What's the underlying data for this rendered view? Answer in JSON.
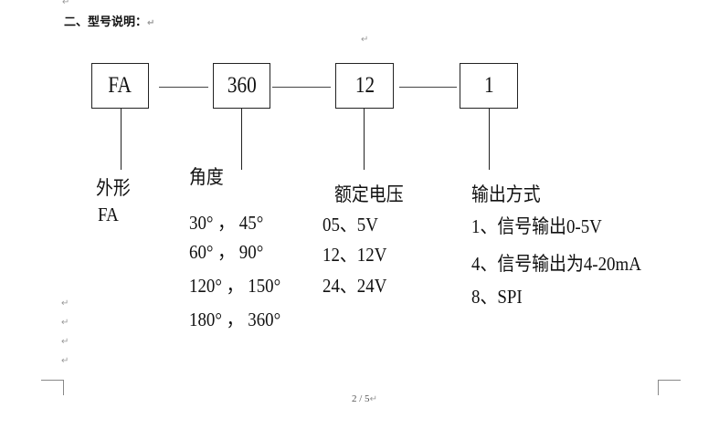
{
  "heading": "二、型号说明：",
  "para_mark": "↵",
  "boxes": {
    "shape": "FA",
    "angle": "360",
    "voltage": "12",
    "output": "1"
  },
  "shape": {
    "title": "外形",
    "value": "FA"
  },
  "angle": {
    "title": "角度",
    "rows": [
      "30° ， 45°",
      "60° ， 90°",
      "120° ， 150°",
      "180° ， 360°"
    ]
  },
  "voltage": {
    "title": "额定电压",
    "rows": [
      "05、5V",
      "12、12V",
      "24、24V"
    ]
  },
  "output": {
    "title": "输出方式",
    "rows": [
      "1、信号输出0-5V",
      "4、信号输出为4-20mA",
      "8、SPI"
    ]
  },
  "footer": {
    "page": "2 / 5"
  }
}
